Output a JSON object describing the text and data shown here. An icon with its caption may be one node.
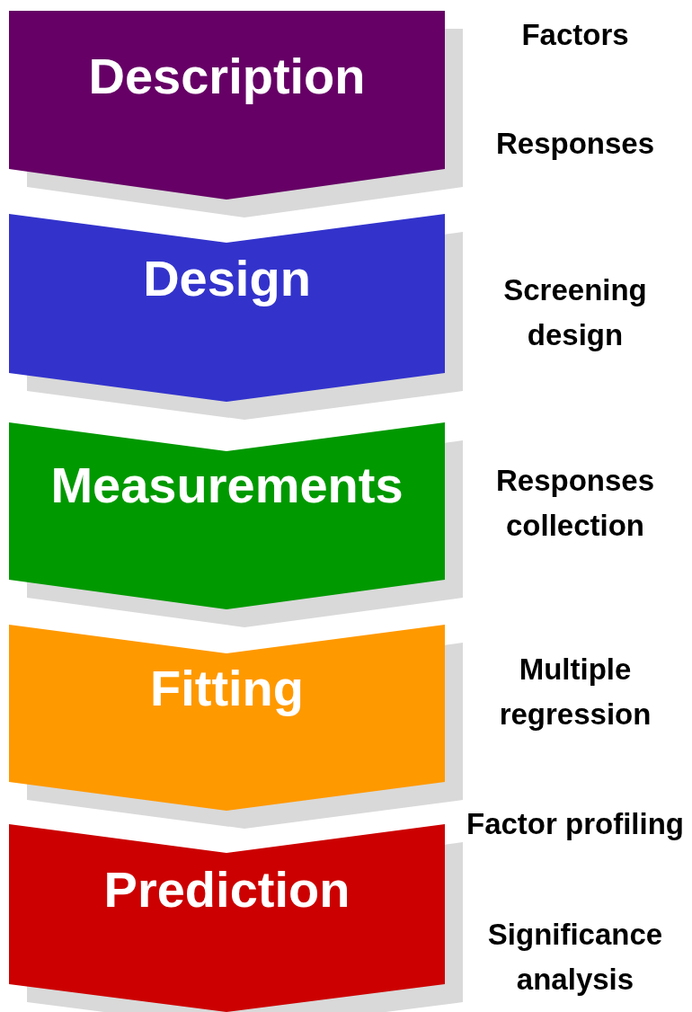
{
  "diagram": {
    "nodes": [
      {
        "text": [
          "Description"
        ],
        "beside": [
          "Factors",
          "Responses"
        ]
      },
      {
        "text": [
          "Design"
        ],
        "beside": [
          "Screening design"
        ]
      },
      {
        "text": [
          "Measurements"
        ],
        "beside": [
          "Responses collection"
        ]
      },
      {
        "text": [
          "Fitting"
        ],
        "beside": [
          "Multiple regression"
        ]
      },
      {
        "text": [
          "Prediction"
        ],
        "beside": [
          "Factor profiling",
          "Significance analysis"
        ]
      }
    ]
  }
}
